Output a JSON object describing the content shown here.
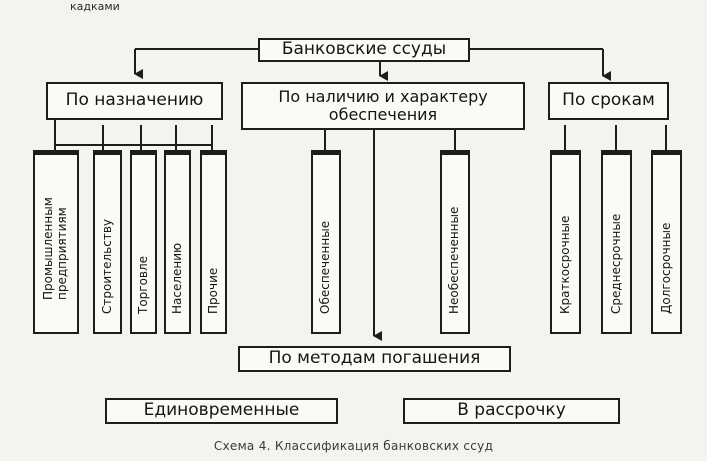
{
  "root": "Банковские ссуды",
  "categories": [
    {
      "label": "По назначению"
    },
    {
      "label_line1": "По наличию и характеру",
      "label_line2": "обеспечения"
    },
    {
      "label": "По срокам"
    }
  ],
  "by_purpose": [
    "Промышленным предприятиям",
    "Строительству",
    "Торговле",
    "Населению",
    "Прочие"
  ],
  "by_security": [
    "Обеспеченные",
    "Необеспеченные"
  ],
  "by_term": [
    "Краткосрочные",
    "Среднесрочные",
    "Долгосрочные"
  ],
  "by_repayment": {
    "label": "По методам погашения",
    "items": [
      "Единовременные",
      "В рассрочку"
    ]
  },
  "caption": "Схема 4. Классификация банковских ссуд",
  "top_fragment": "кадками"
}
